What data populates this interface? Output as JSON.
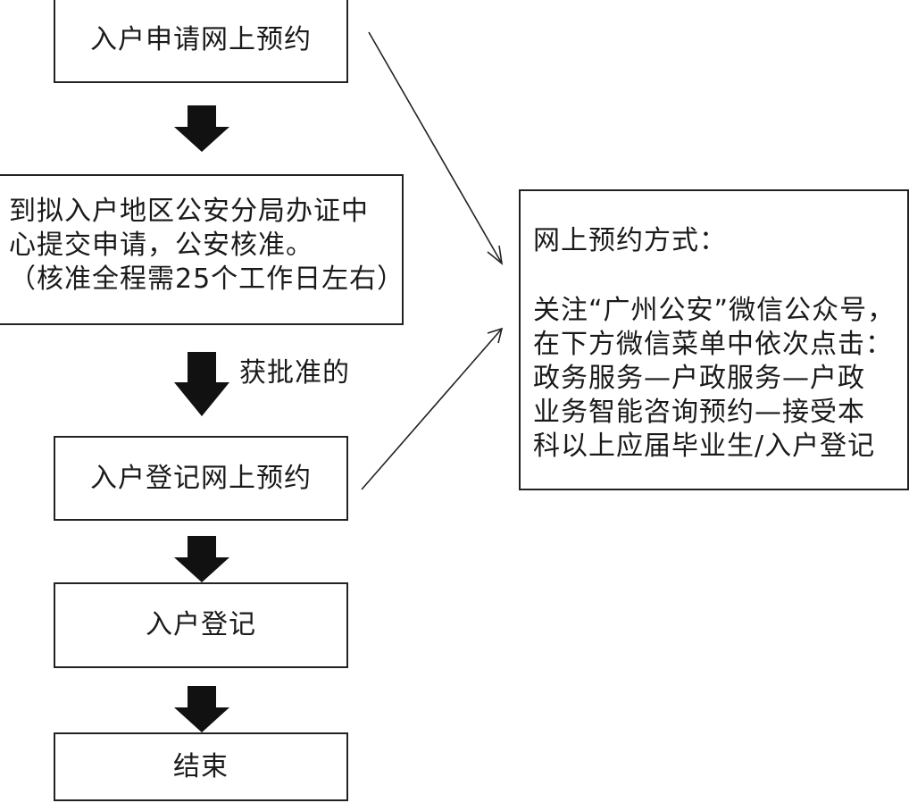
{
  "steps": {
    "step1": "入户申请网上预约",
    "step2_line1": "到拟入户地区公安分局办证中",
    "step2_line2": "心提交申请，公安核准。",
    "step2_line3": "（核准全程需25个工作日左右）",
    "approved": "获批准的",
    "step3": "入户登记网上预约",
    "step4": "入户登记",
    "step5": "结束"
  },
  "note": {
    "title": "网上预约方式：",
    "line1": "关注“广州公安”微信公众号，",
    "line2": "在下方微信菜单中依次点击：",
    "line3": "政务服务—户政服务—户政",
    "line4": "业务智能咨询预约—接受本",
    "line5": "科以上应届毕业生/入户登记"
  }
}
